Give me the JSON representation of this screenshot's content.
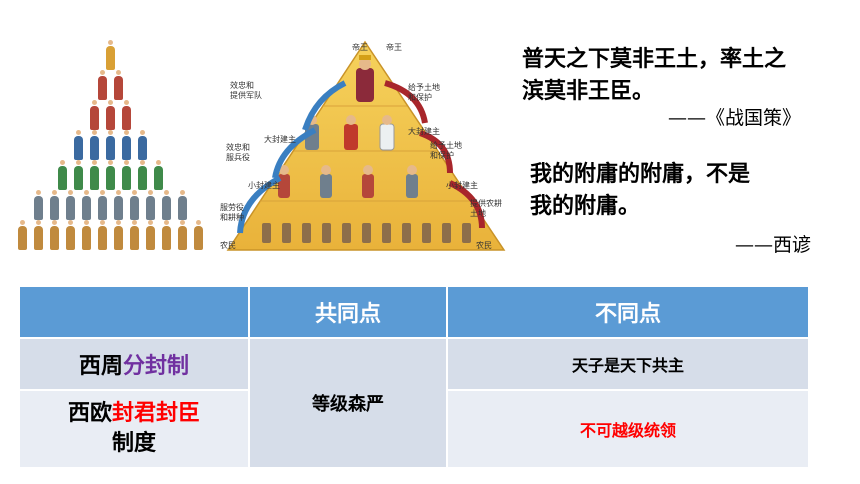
{
  "left_pyramid": {
    "rows": [
      {
        "count": 1,
        "color": "#d9a035"
      },
      {
        "count": 2,
        "color": "#b5473a"
      },
      {
        "count": 3,
        "color": "#b5473a"
      },
      {
        "count": 5,
        "color": "#3b6aa0"
      },
      {
        "count": 7,
        "color": "#3f8a4a"
      },
      {
        "count": 10,
        "color": "#6f7f8d"
      },
      {
        "count": 12,
        "color": "#c08a3e"
      }
    ]
  },
  "feudal_pyramid": {
    "level_labels": [
      "帝王",
      "大封建主",
      "小封建主",
      "农民"
    ],
    "left_arrows": [
      "效忠和\n提供军队",
      "效忠和\n服兵役",
      "服劳役\n和耕种"
    ],
    "right_labels": [
      "帝王",
      "给予土地\n和保护",
      "大封建主",
      "给予土地\n和保护",
      "小封建主",
      "提供农耕\n土地",
      "农民"
    ]
  },
  "quote1": {
    "line1": "普天之下莫非王土，率土之",
    "line2": "滨莫非王臣。",
    "source": "——《战国策》"
  },
  "quote2": {
    "line1": "我的附庸的附庸，不是",
    "line2": "我的附庸。",
    "source": "——西谚"
  },
  "table": {
    "header": {
      "col1": "",
      "col2": "共同点",
      "col3": "不同点"
    },
    "row1": {
      "label_a": "西周",
      "label_b": "分封制",
      "diff": "天子是天下共主"
    },
    "row2": {
      "label_a": "西欧",
      "label_b": "封君封臣",
      "label_c": "制度",
      "diff": "不可越级统领"
    },
    "common": "等级森严"
  },
  "colors": {
    "header_bg": "#5b9bd5",
    "row_bg": "#d6dde9",
    "accent_purple": "#7030a0",
    "accent_red": "#ff0000"
  }
}
